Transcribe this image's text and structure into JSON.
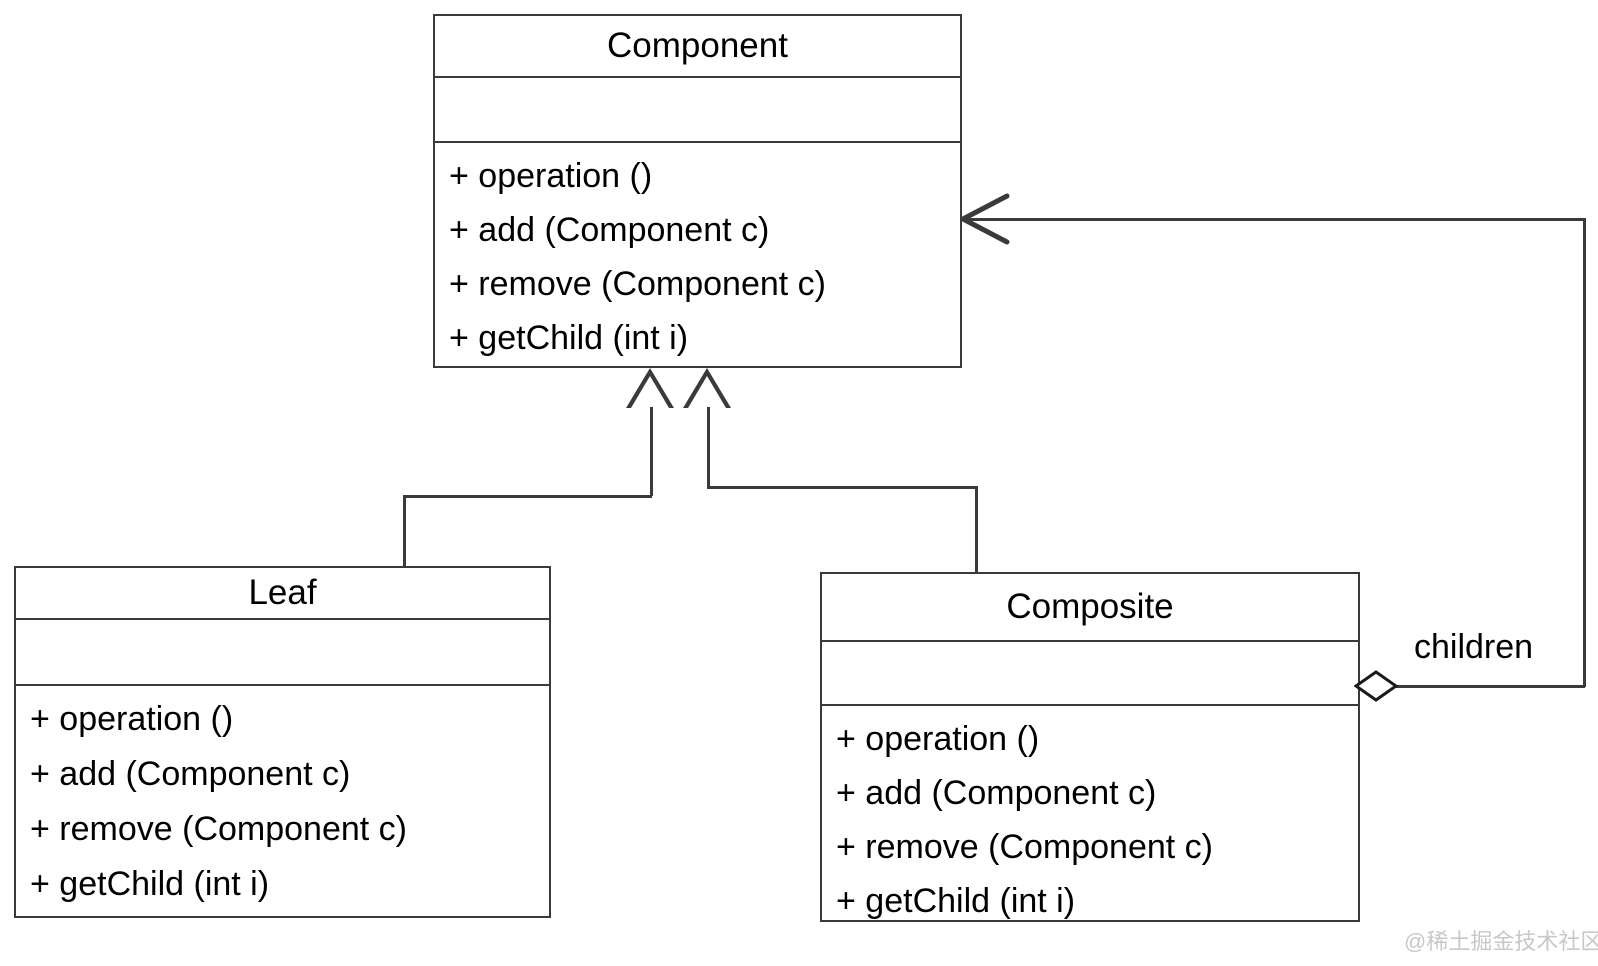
{
  "diagram": {
    "title": "Composite Pattern UML Class Diagram",
    "stroke_color": "#3a3a3a",
    "background_color": "#ffffff",
    "classes": [
      {
        "id": "component",
        "name": "Component",
        "attributes": [],
        "methods": [
          "+  operation ()",
          "+  add (Component c)",
          "+  remove (Component c)",
          "+  getChild (int i)"
        ]
      },
      {
        "id": "leaf",
        "name": "Leaf",
        "attributes": [],
        "methods": [
          "+  operation ()",
          "+  add (Component c)",
          "+  remove (Component c)",
          "+  getChild (int i)"
        ]
      },
      {
        "id": "composite",
        "name": "Composite",
        "attributes": [],
        "methods": [
          "+  operation ()",
          "+  add (Component c)",
          "+  remove (Component c)",
          "+  getChild (int i)"
        ]
      }
    ],
    "relations": [
      {
        "id": "leaf-inherits-component",
        "type": "generalization",
        "from": "Leaf",
        "to": "Component",
        "marker": "hollow-triangle",
        "label": ""
      },
      {
        "id": "composite-inherits-component",
        "type": "generalization",
        "from": "Composite",
        "to": "Component",
        "marker": "hollow-triangle",
        "label": ""
      },
      {
        "id": "composite-aggregates-component",
        "type": "aggregation",
        "from": "Composite",
        "to": "Component",
        "marker": "hollow-diamond",
        "label": "children"
      }
    ]
  },
  "watermark": {
    "text": "@稀土掘金技术社区"
  }
}
